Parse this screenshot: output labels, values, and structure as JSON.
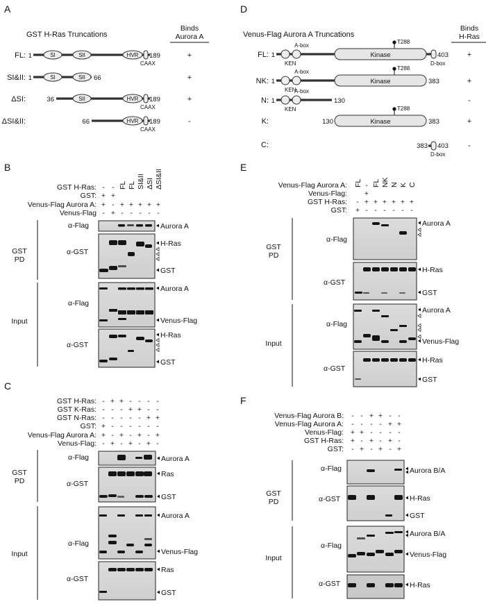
{
  "panels": {
    "A": {
      "label": "A",
      "title": "GST H-Ras Truncations",
      "binds_header_1": "Binds",
      "binds_header_2": "Aurora A",
      "rows": [
        {
          "name": "FL:",
          "start": "1",
          "end": "189",
          "boxes": [
            "SI",
            "SII",
            "HVR"
          ],
          "caax": "CAAX",
          "binds": "+"
        },
        {
          "name": "SI&II:",
          "start": "1",
          "end": "66",
          "boxes": [
            "SI",
            "SII"
          ],
          "caax": "",
          "binds": "+"
        },
        {
          "name": "ΔSI:",
          "start": "36",
          "end": "189",
          "boxes": [
            "SII",
            "HVR"
          ],
          "caax": "CAAX",
          "binds": "+"
        },
        {
          "name": "ΔSI&II:",
          "start": "66",
          "end": "189",
          "boxes": [
            "HVR"
          ],
          "caax": "CAAX",
          "binds": "-"
        }
      ]
    },
    "D": {
      "label": "D",
      "title": "Venus-Flag Aurora A Truncations",
      "binds_header_1": "Binds",
      "binds_header_2": "H-Ras",
      "kinase": "Kinase",
      "abox": "A-box",
      "ken": "KEN",
      "dbox": "D-box",
      "t288": "T288",
      "rows": [
        {
          "name": "FL:",
          "start": "1",
          "end": "403",
          "binds": "+"
        },
        {
          "name": "NK:",
          "start": "1",
          "end": "383",
          "binds": "+"
        },
        {
          "name": "N:",
          "start": "1",
          "end": "130",
          "binds": "-"
        },
        {
          "name": "K:",
          "start": "130",
          "end": "383",
          "binds": "+"
        },
        {
          "name": "C:",
          "start": "383",
          "end": "403",
          "binds": "-"
        }
      ]
    },
    "B": {
      "label": "B",
      "rows": [
        "GST H-Ras:",
        "GST:",
        "Venus-Flag Aurora A:",
        "Venus-Flag"
      ],
      "lanes": [
        [
          "-",
          "+",
          "+",
          "-"
        ],
        [
          "-",
          "+",
          "-",
          "+"
        ],
        [
          "FL",
          "",
          "+",
          "-"
        ],
        [
          "FL",
          "",
          "+",
          "-"
        ],
        [
          "SI&II",
          "",
          "+",
          "-"
        ],
        [
          "ΔSI",
          "",
          "+",
          "-"
        ],
        [
          "ΔSI&II",
          "",
          "+",
          "-"
        ]
      ],
      "gst_pd": [
        "GST",
        "PD"
      ],
      "input": "Input",
      "aflag": "α-Flag",
      "agst": "α-GST",
      "bands": {
        "aurora": "Aurora A",
        "hras": "H-Ras",
        "gst": "GST",
        "venus": "Venus-Flag"
      }
    },
    "C": {
      "label": "C",
      "rows": [
        "GST H-Ras:",
        "GST K-Ras:",
        "GST N-Ras:",
        "GST:",
        "Venus-Flag Aurora A:",
        "Venus-Flag:"
      ],
      "lanes": [
        [
          "-",
          "-",
          "-",
          "+",
          "+",
          "-"
        ],
        [
          "+",
          "-",
          "-",
          "-",
          "-",
          "+"
        ],
        [
          "+",
          "-",
          "-",
          "-",
          "+",
          "-"
        ],
        [
          "-",
          "+",
          "-",
          "-",
          "-",
          "+"
        ],
        [
          "-",
          "+",
          "-",
          "-",
          "+",
          "-"
        ],
        [
          "-",
          "-",
          "+",
          "-",
          "-",
          "+"
        ],
        [
          "-",
          "-",
          "+",
          "-",
          "+",
          "-"
        ]
      ],
      "gst_pd": [
        "GST",
        "PD"
      ],
      "input": "Input",
      "aflag": "α-Flag",
      "agst": "α-GST",
      "bands": {
        "aurora": "Aurora A",
        "ras": "Ras",
        "gst": "GST",
        "venus": "Venus-Flag"
      }
    },
    "E": {
      "label": "E",
      "rows": [
        "Venus-Flag Aurora A:",
        "Venus-Flag:",
        "GST H-Ras:",
        "GST:"
      ],
      "lanes": [
        [
          "FL",
          "",
          "-",
          "+"
        ],
        [
          "-",
          "+",
          "+",
          "-"
        ],
        [
          "FL",
          "",
          "+",
          "-"
        ],
        [
          "NK",
          "",
          "+",
          "-"
        ],
        [
          "N",
          "",
          "+",
          "-"
        ],
        [
          "K",
          "",
          "+",
          "-"
        ],
        [
          "C",
          "",
          "+",
          "-"
        ]
      ],
      "gst_pd": [
        "GST",
        "PD"
      ],
      "input": "Input",
      "aflag": "α-Flag",
      "agst": "α-GST",
      "bands": {
        "aurora": "Aurora A",
        "hras": "H-Ras",
        "gst": "GST",
        "venus": "Venus-Flag"
      }
    },
    "F": {
      "label": "F",
      "rows": [
        "Venus-Flag Aurora B:",
        "Venus-Flag Aurora A:",
        "Venus-Flag:",
        "GST H-Ras:",
        "GST:"
      ],
      "lanes": [
        [
          "-",
          "-",
          "+",
          "+",
          "-"
        ],
        [
          "-",
          "-",
          "+",
          "-",
          "+"
        ],
        [
          "+",
          "-",
          "-",
          "+",
          "-"
        ],
        [
          "+",
          "-",
          "-",
          "-",
          "+"
        ],
        [
          "-",
          "+",
          "-",
          "+",
          "-"
        ],
        [
          "-",
          "+",
          "-",
          "-",
          "+"
        ]
      ],
      "gst_pd": [
        "GST",
        "PD"
      ],
      "input": "Input",
      "aflag": "α-Flag",
      "agst": "α-GST",
      "bands": {
        "aurora": "Aurora B/A",
        "hras": "H-Ras",
        "gst": "GST",
        "venus": "Venus-Flag"
      }
    }
  }
}
